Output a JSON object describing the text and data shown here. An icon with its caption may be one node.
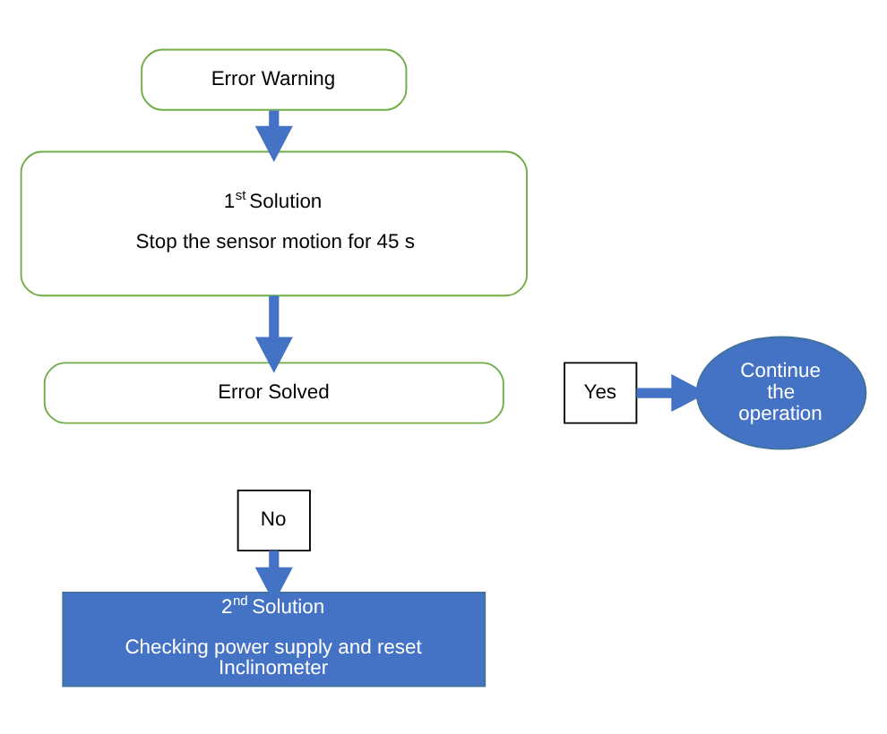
{
  "diagram": {
    "nodes": [
      {
        "text": [
          "Error Warning"
        ]
      },
      {
        "text": [
          "1$^{st}$ Solution",
          "Stop the sensor motion for 45 s"
        ]
      },
      {
        "text": [
          "Error Solved"
        ]
      },
      {
        "text": [
          "Yes"
        ]
      },
      {
        "text": [
          "No"
        ]
      },
      {
        "text": [
          "Continue the operation"
        ]
      },
      {
        "text": [
          "2$^{nd}$ Solution",
          "Checking power supply and reset Inclinometer"
        ]
      }
    ],
    "edges": [
      {
        "from": 0,
        "to": 1,
        "arrow": "to"
      },
      {
        "from": 1,
        "to": 2,
        "arrow": "to"
      },
      {
        "from": 3,
        "to": 5,
        "arrow": "to"
      },
      {
        "from": 4,
        "to": 6,
        "arrow": "to"
      }
    ]
  }
}
